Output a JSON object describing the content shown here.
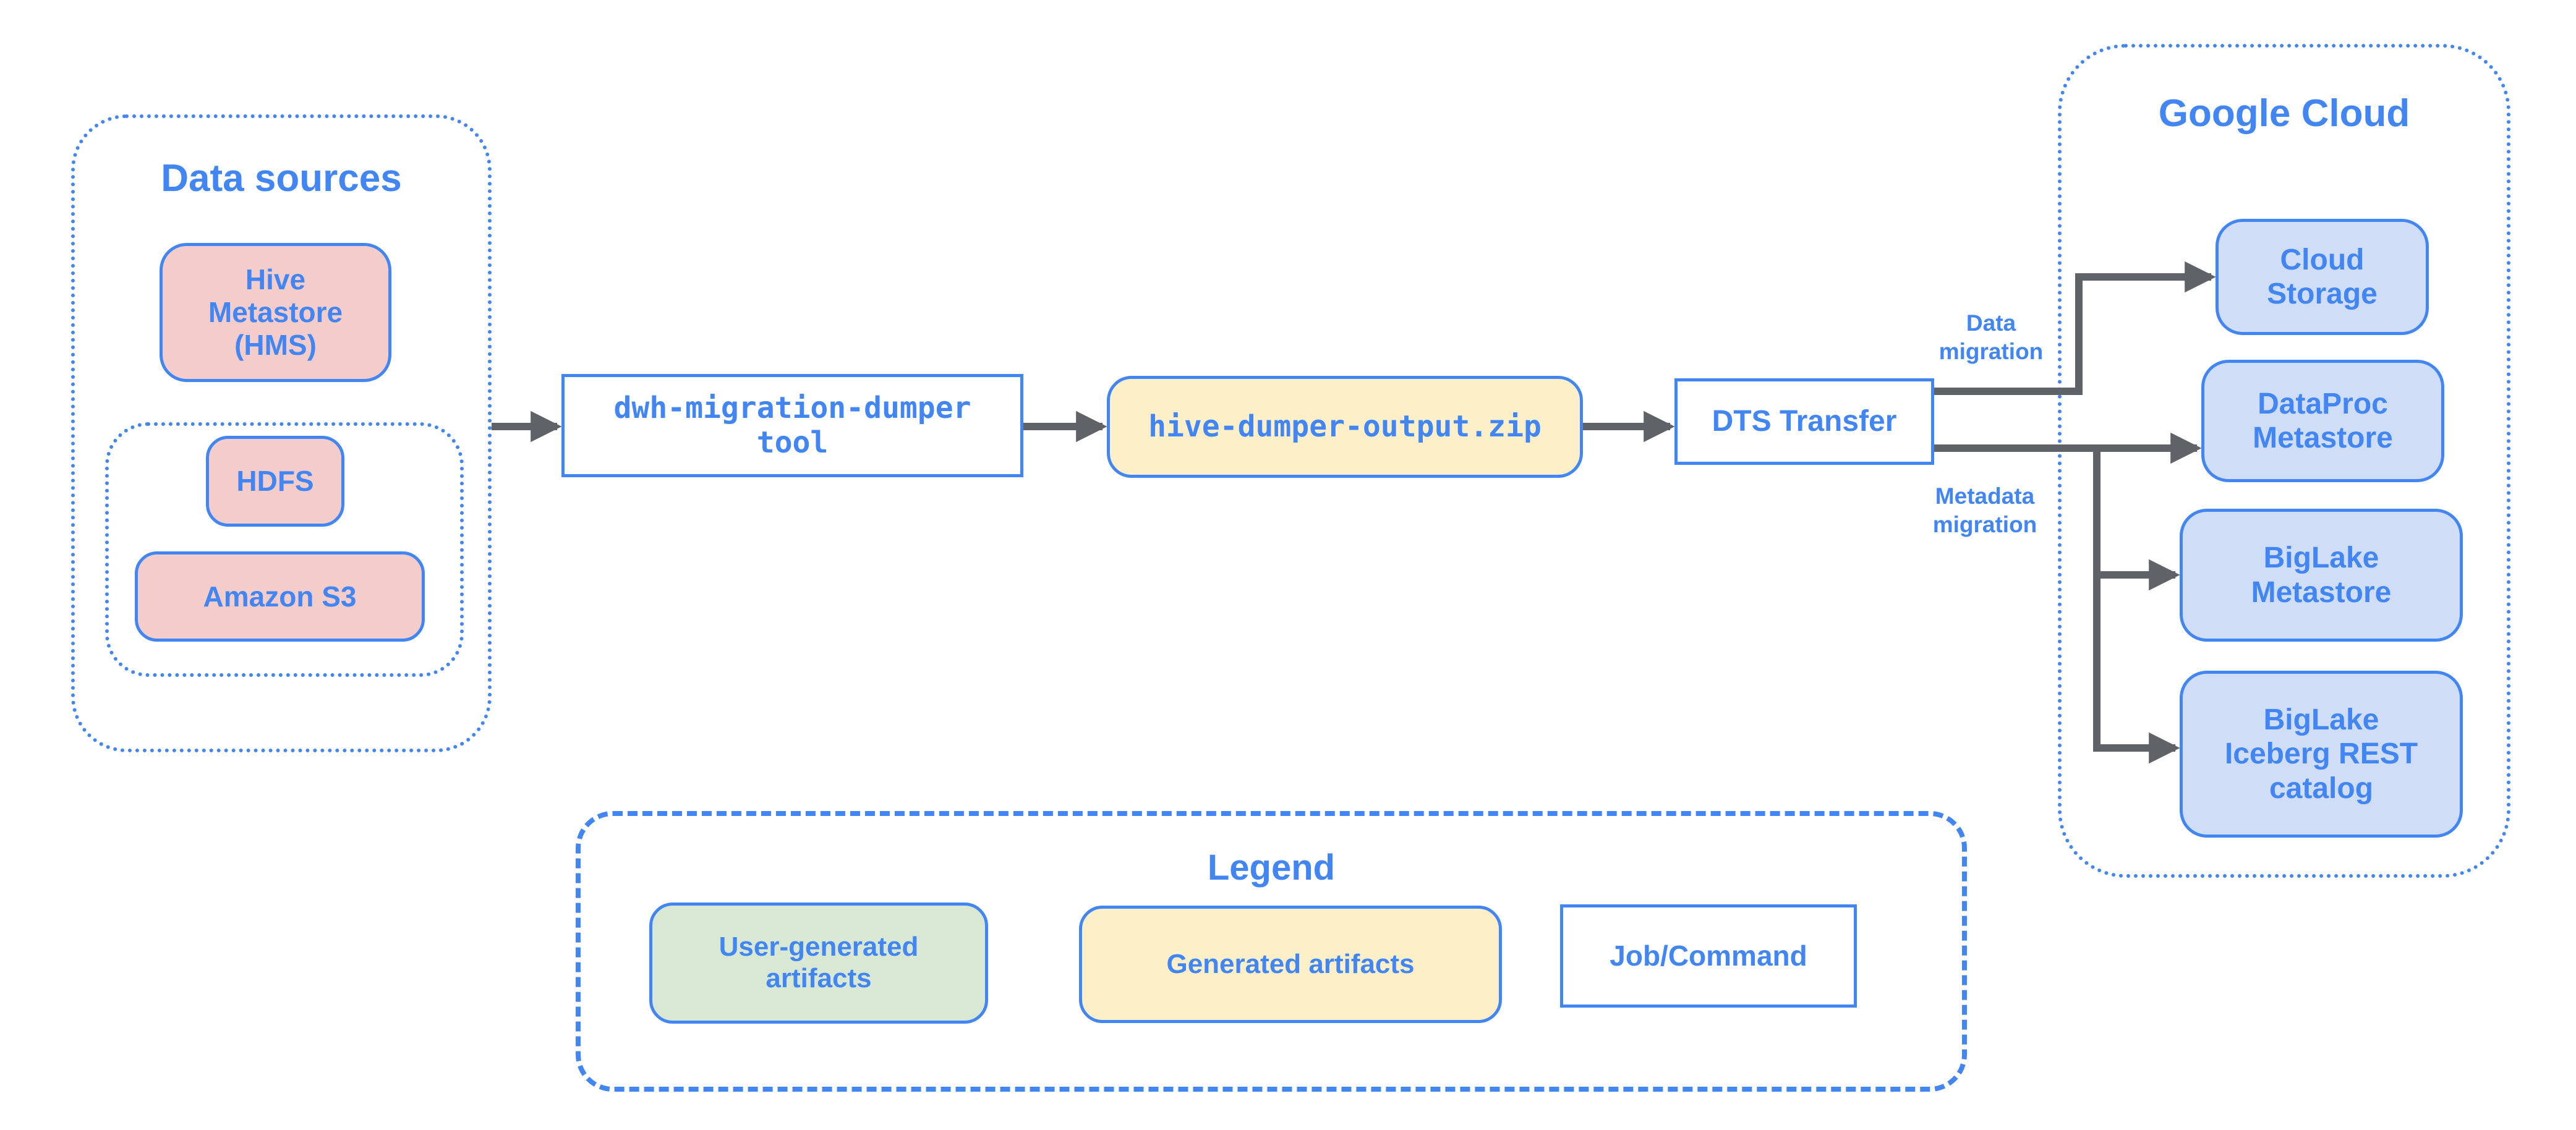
{
  "colors": {
    "accent": "#4285f4",
    "arrow": "#5f6368",
    "pink": "#f4cdcb",
    "blue": "#cfddf7",
    "yellow": "#fdefc8",
    "green": "#d9e8d2"
  },
  "data_sources": {
    "title": "Data sources",
    "hive_metastore": "Hive Metastore (HMS)",
    "hdfs": "HDFS",
    "amazon_s3": "Amazon S3"
  },
  "pipeline": {
    "dumper_tool": "dwh-migration-dumper tool",
    "dumper_output": "hive-dumper-output.zip",
    "dts_transfer": "DTS Transfer"
  },
  "flow_labels": {
    "data_migration": "Data migration",
    "metadata_migration": "Metadata migration"
  },
  "google_cloud": {
    "title": "Google Cloud",
    "targets": [
      "Cloud Storage",
      "DataProc Metastore",
      "BigLake Metastore",
      "BigLake Iceberg REST catalog"
    ]
  },
  "legend": {
    "title": "Legend",
    "user_generated": "User-generated artifacts",
    "generated": "Generated artifacts",
    "job_command": "Job/Command"
  }
}
